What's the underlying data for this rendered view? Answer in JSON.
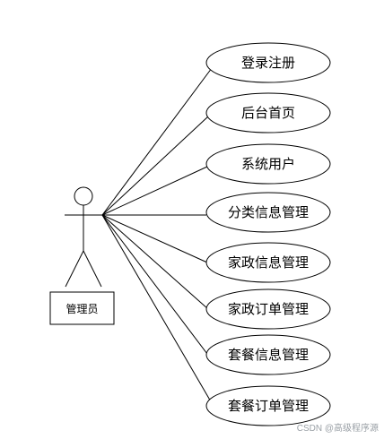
{
  "actor": {
    "label": "管理员"
  },
  "use_cases": [
    {
      "label": "登录注册"
    },
    {
      "label": "后台首页"
    },
    {
      "label": "系统用户"
    },
    {
      "label": "分类信息管理"
    },
    {
      "label": "家政信息管理"
    },
    {
      "label": "家政订单管理"
    },
    {
      "label": "套餐信息管理"
    },
    {
      "label": "套餐订单管理"
    }
  ],
  "watermark": "CSDN @高级程序源"
}
